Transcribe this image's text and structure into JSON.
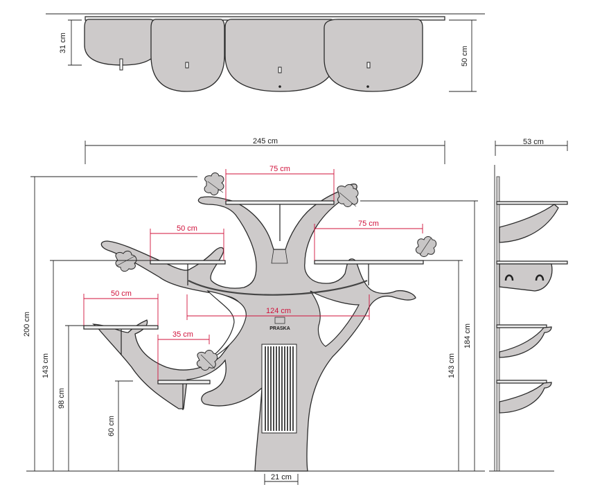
{
  "top_view": {
    "dim_depth_small": "31 cm",
    "dim_depth_large": "50 cm"
  },
  "front_view": {
    "total_width": "245 cm",
    "total_height": "200 cm",
    "height_left_shelf_high": "143 cm",
    "height_left_shelf_low": "98 cm",
    "height_lowest_shelf": "60 cm",
    "height_right_shelf": "143 cm",
    "height_top_shelf": "184 cm",
    "width_top_shelf": "75 cm",
    "width_left_upper_shelf": "50 cm",
    "width_right_shelf": "75 cm",
    "width_left_lower_shelf": "50 cm",
    "width_lowest_shelf": "35 cm",
    "span_bar": "124 cm",
    "trunk_width": "21 cm",
    "brand_text": "PRASKA"
  },
  "side_view": {
    "depth": "53 cm"
  },
  "colors": {
    "wood": "#cdcaca",
    "dimension_red": "#d0103a",
    "outline": "#2a2a2a"
  }
}
